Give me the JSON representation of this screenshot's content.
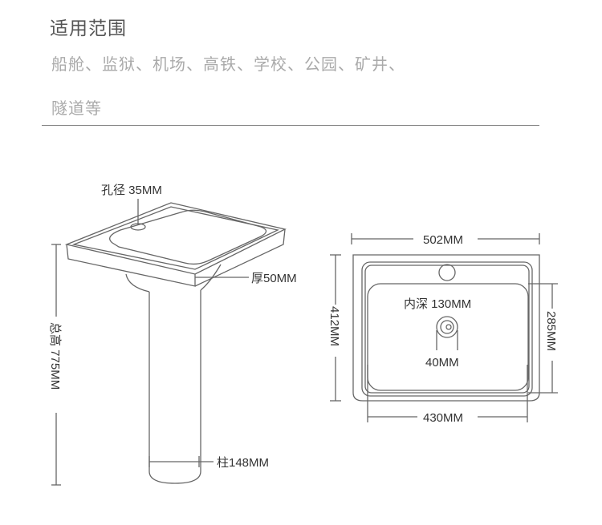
{
  "section": {
    "title": "适用范围",
    "line1": "船舱、监狱、机场、高铁、学校、公园、矿井、",
    "line2": "隧道等"
  },
  "pedestal_view": {
    "hole_label": "孔径 35MM",
    "thickness_label": "厚50MM",
    "height_label": "总高 775MM",
    "column_label": "柱148MM"
  },
  "top_view": {
    "width_label": "502MM",
    "depth_outer_label": "412MM",
    "inner_depth_label": "内深 130MM",
    "inner_length_label": "285MM",
    "drain_label": "40MM",
    "inner_width_label": "430MM"
  },
  "colors": {
    "line": "#555555",
    "text": "#333333"
  }
}
